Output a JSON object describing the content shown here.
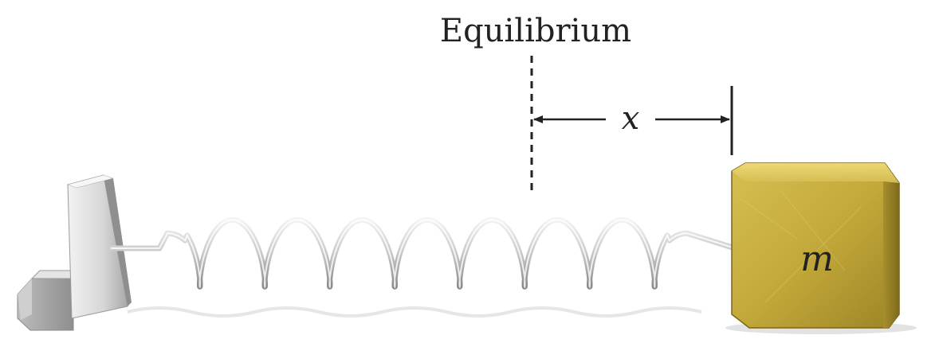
{
  "diagram": {
    "equilibrium_label": "Equilibrium",
    "displacement_label": "x",
    "mass_label": "m",
    "colors": {
      "background": "#ffffff",
      "wall": "#d9d9d9",
      "spring": "#c9c9c9",
      "block": "#bfa63a",
      "line": "#222222"
    }
  }
}
